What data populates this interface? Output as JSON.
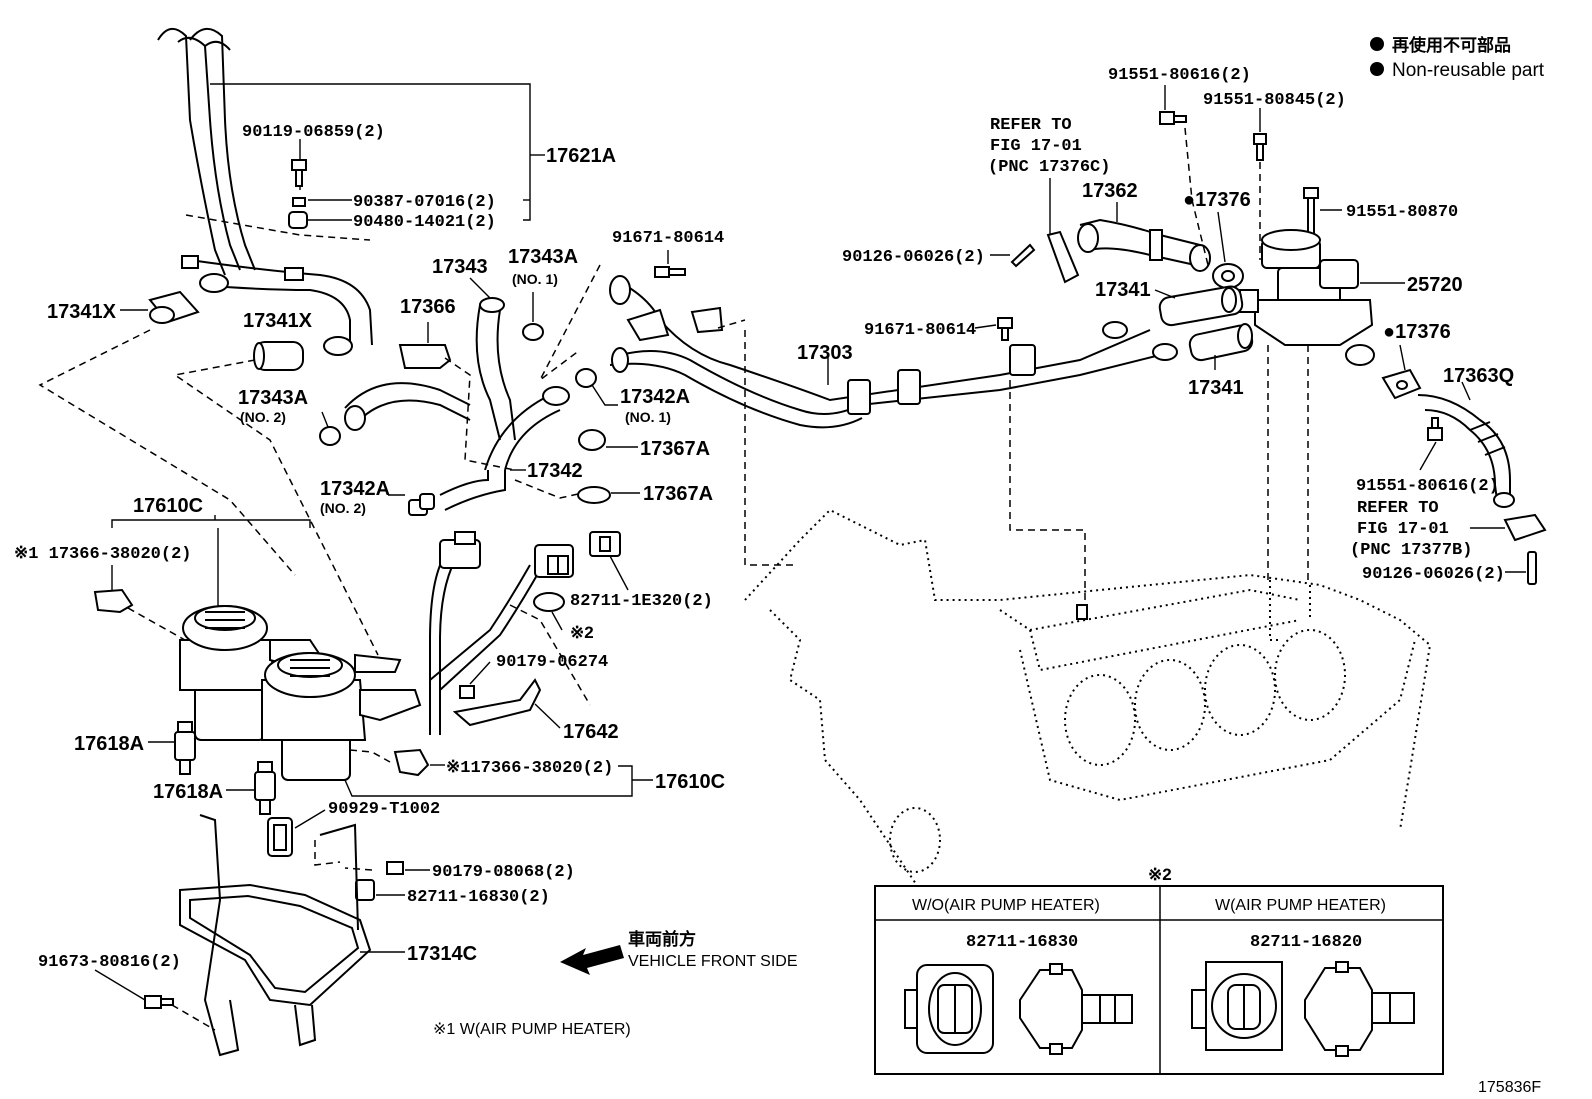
{
  "legend": {
    "line1": "再使用不可部品",
    "line2": "Non-reusable part"
  },
  "labels": {
    "p17621A": "17621A",
    "p90119": "90119-06859(2)",
    "p90387": "90387-07016(2)",
    "p90480": "90480-14021(2)",
    "p17341X_a": "17341X",
    "p17341X_b": "17341X",
    "p17343": "17343",
    "p17343A1": "17343A",
    "p17343A1_sub": "(NO. 1)",
    "p17366": "17366",
    "p17343A2": "17343A",
    "p17343A2_sub": "(NO. 2)",
    "p91671_a": "91671-80614",
    "p17342A1": "17342A",
    "p17342A1_sub": "(NO. 1)",
    "p17367A_a": "17367A",
    "p17367A_b": "17367A",
    "p17342": "17342",
    "p17342A2": "17342A",
    "p17342A2_sub": "(NO. 2)",
    "p17610C_a": "17610C",
    "p17366_38020_a": "※1 17366-38020(2)",
    "p82711_1E320": "82711-1E320(2)",
    "pX2": "※2",
    "p90179_06274": "90179-06274",
    "p17642": "17642",
    "p17618A_a": "17618A",
    "p17618A_b": "17618A",
    "p17366_38020_b": "※117366-38020(2)",
    "p17610C_b": "17610C",
    "p90929": "90929-T1002",
    "p90179_08068": "90179-08068(2)",
    "p82711_16830_2": "82711-16830(2)",
    "p17314C": "17314C",
    "p91673": "91673-80816(2)",
    "front_jp": "車両前方",
    "front_en": "VEHICLE FRONT SIDE",
    "note_x1": "※1 W(AIR PUMP HEATER)",
    "p91551_80616_a": "91551-80616(2)",
    "p91551_80845": "91551-80845(2)",
    "refer1_a": "REFER TO",
    "refer1_b": "FIG 17-01",
    "refer1_c": "(PNC 17376C)",
    "p17362": "17362",
    "p17376_a": "●17376",
    "p91551_80870": "91551-80870",
    "p90126_a": "90126-06026(2)",
    "p25720": "25720",
    "p17341_a": "17341",
    "p91671_b": "91671-80614",
    "p17303": "17303",
    "p17376_b": "●17376",
    "p17341_b": "17341",
    "p17363Q": "17363Q",
    "p91551_80616_b": "91551-80616(2)",
    "refer2_a": "REFER TO",
    "refer2_b": "FIG 17-01",
    "refer2_c": "(PNC 17377B)",
    "p90126_b": "90126-06026(2)",
    "fig_id": "175836F"
  },
  "table": {
    "marker": "※2",
    "col1_header": "W/O(AIR PUMP HEATER)",
    "col2_header": "W(AIR PUMP HEATER)",
    "col1_part": "82711-16830",
    "col2_part": "82711-16820"
  }
}
